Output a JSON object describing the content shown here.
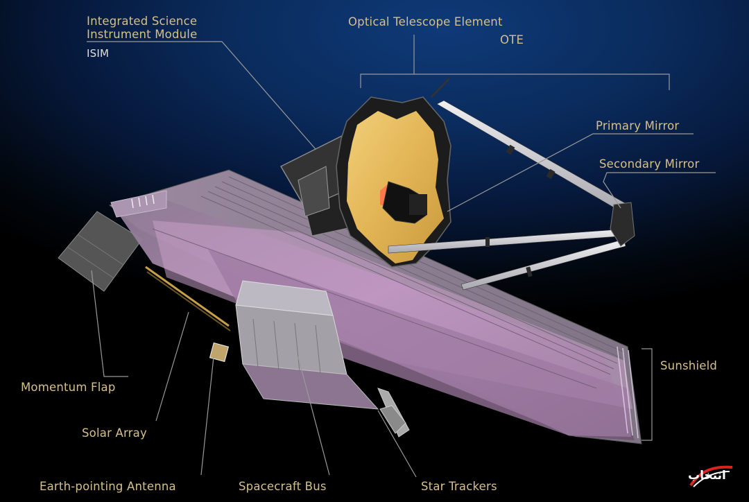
{
  "labels": {
    "isim_line1": "Integrated Science",
    "isim_line2": "Instrument Module",
    "isim_abbr": "ISIM",
    "ote_full": "Optical Telescope Element",
    "ote_abbr": "OTE",
    "primary_mirror": "Primary Mirror",
    "secondary_mirror": "Secondary Mirror",
    "sunshield": "Sunshield",
    "momentum_flap": "Momentum Flap",
    "solar_array": "Solar Array",
    "earth_antenna": "Earth-pointing Antenna",
    "spacecraft_bus": "Spacecraft Bus",
    "star_trackers": "Star Trackers"
  },
  "watermark": {
    "text": "انتخاب"
  },
  "colors": {
    "label_gold": "#d6c08a",
    "label_white": "#e0e0e0",
    "leader_line": "#9a9a9a",
    "mirror_gold": "#e3b657",
    "sunshield_pink": "#b48ab8"
  }
}
